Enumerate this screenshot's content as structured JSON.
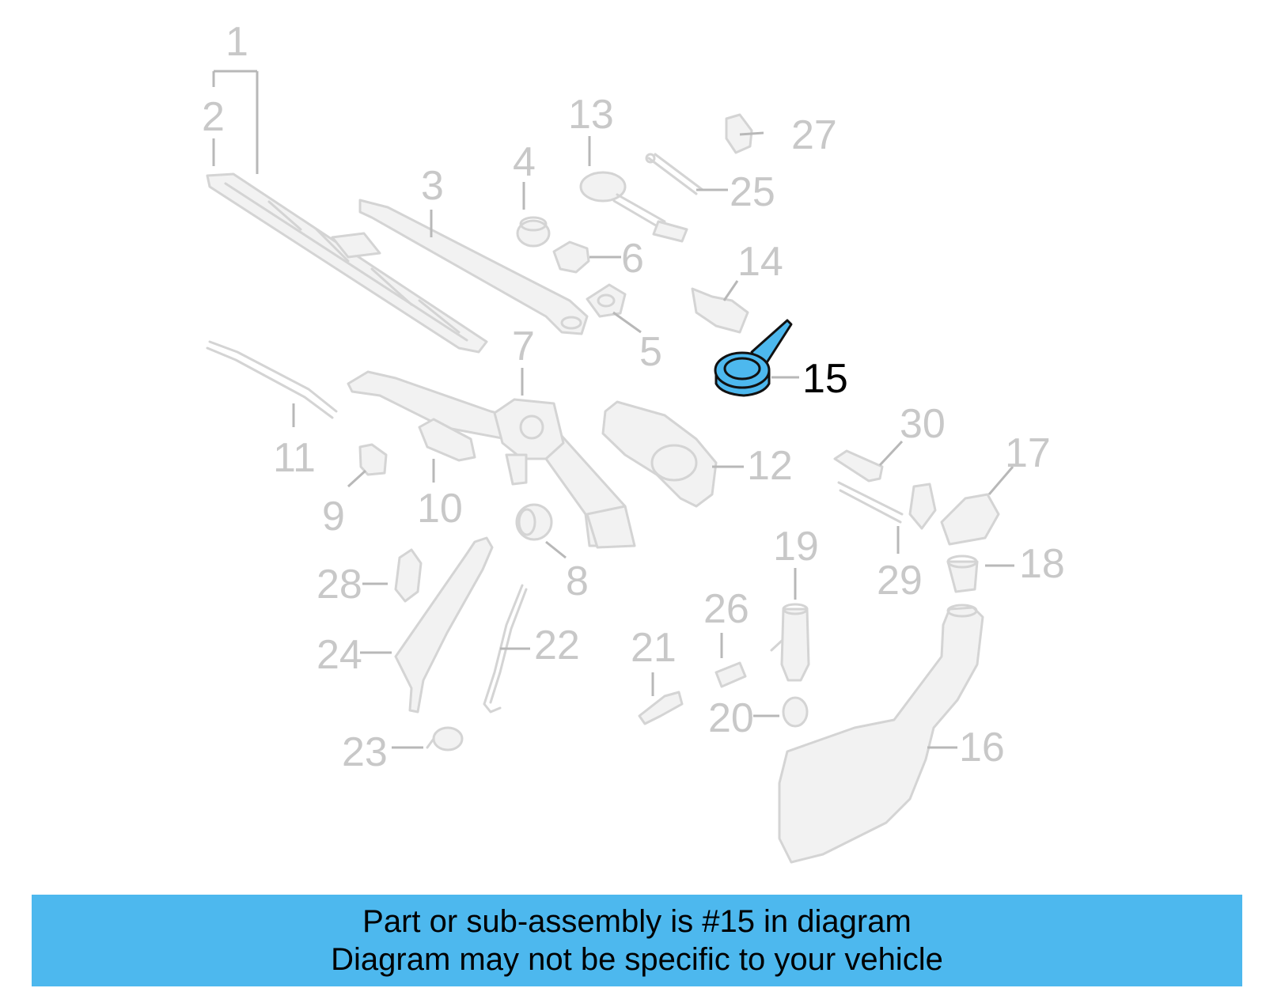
{
  "diagram": {
    "highlighted_callout": "15",
    "colors": {
      "highlight": "#4db8ee",
      "parts": "#d4d4d4",
      "labels": "#c8c8c8"
    },
    "callouts": {
      "c1": "1",
      "c2": "2",
      "c3": "3",
      "c4": "4",
      "c5": "5",
      "c6": "6",
      "c7": "7",
      "c8": "8",
      "c9": "9",
      "c10": "10",
      "c11": "11",
      "c12": "12",
      "c13": "13",
      "c14": "14",
      "c15": "15",
      "c16": "16",
      "c17": "17",
      "c18": "18",
      "c19": "19",
      "c20": "20",
      "c21": "21",
      "c22": "22",
      "c23": "23",
      "c24": "24",
      "c25": "25",
      "c26": "26",
      "c27": "27",
      "c28": "28",
      "c29": "29",
      "c30": "30"
    }
  },
  "banner": {
    "line1": "Part or sub-assembly is #15 in diagram",
    "line2": "Diagram may not be specific to your vehicle"
  }
}
